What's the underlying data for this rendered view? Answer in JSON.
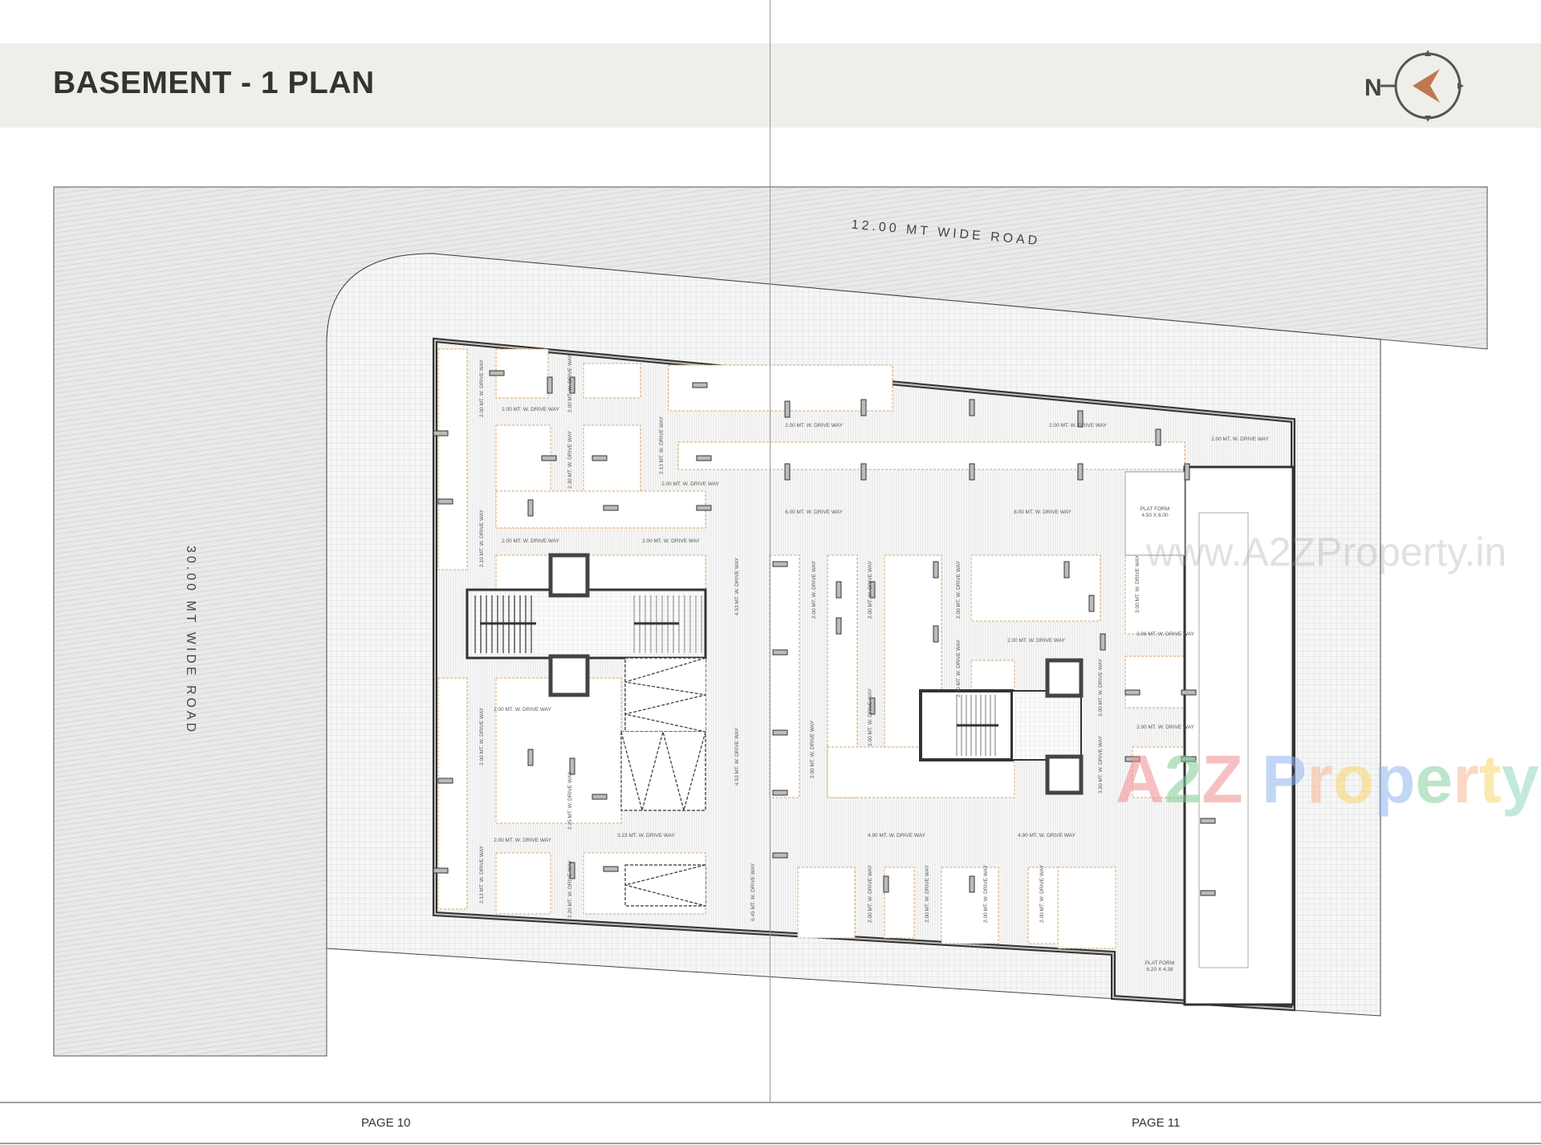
{
  "header": {
    "title": "BASEMENT - 1 PLAN",
    "compass_label": "N"
  },
  "plan": {
    "roads": {
      "top": "12.00 MT WIDE ROAD",
      "left": "30.00 MT WIDE ROAD"
    },
    "labels": [
      "2.00 MT. W. DRIVE WAY",
      "2.00 MT. W. DRIVE WAY",
      "2.00 MT. W. DRIVE WAY",
      "2.00 MT. W. DRIVE WAY",
      "2.00 MT. W. DRIVE WAY",
      "6.00 MT. W. DRIVE WAY",
      "8.00 MT. W. DRIVE WAY",
      "2.00 MT. W. DRIVE WAY",
      "2.00 MT. W. DRIVE WAY",
      "2.00 MT. W. DRIVE WAY",
      "3.06 MT. W. DRIVE WAY",
      "2.00 MT. W. DRIVE WAY",
      "2.00 MT. W. DRIVE WAY",
      "2.00 MT. W. DRIVE WAY",
      "3.23 MT. W. DRIVE WAY",
      "4.90 MT. W. DRIVE WAY",
      "4.90 MT. W. DRIVE WAY",
      "2.00 MT. W. DRIVE WAY",
      "2.00 MT. W. DRIVE WAY",
      "2.30 MT. W. DRIVE WAY",
      "2.10 MT. W. DRIVE WAY",
      "2.13 MT. W. DRIVE WAY",
      "4.53 MT. W. DRIVE WAY",
      "4.53 MT. W. DRIVE WAY",
      "2.00 MT. W. DRIVE WAY",
      "2.00 MT. W. DRIVE WAY",
      "2.00 MT. W. DRIVE WAY",
      "3.00 MT. W. DRIVE WAY",
      "2.00 MT. W. DRIVE WAY",
      "2.13 MT. W. DRIVE WAY",
      "2.25 MT. W. DRIVE WAY",
      "2.20 MT. W. DRIVE WAY",
      "6.45 MT. W. DRIVE WAY",
      "2.00 MT. W. DRIVE WAY",
      "2.00 MT. W. DRIVE WAY",
      "2.00 MT. W. DRIVE WAY",
      "2.00 MT. W. DRIVE WAY",
      "3.00 MT. W. DRIVE WAY",
      "3.50 MT. W. DRIVE WAY",
      "2.00 MT. W. DRIVE WAY",
      "2.00 MT. W. DRIVE WAY",
      "2.00 MT. W. DRIVE WAY"
    ],
    "platforms": [
      {
        "title": "PLAT FORM",
        "size": "4.50 X 6.00"
      },
      {
        "title": "PLAT FORM",
        "size": "6.20 X 4.38"
      }
    ]
  },
  "watermark": {
    "url": "www.A2ZProperty.in",
    "logo_letters": [
      "A",
      "2",
      "Z",
      " ",
      "P",
      "r",
      "o",
      "p",
      "e",
      "r",
      "t",
      "y"
    ]
  },
  "footer": {
    "left_page": "PAGE 10",
    "right_page": "PAGE 11"
  },
  "colors": {
    "header_band": "#efeee8",
    "compass_arrow": "#c0774f",
    "parking_outline": "#d9a46a",
    "road": "#e6e6e6",
    "wall": "#333333"
  }
}
